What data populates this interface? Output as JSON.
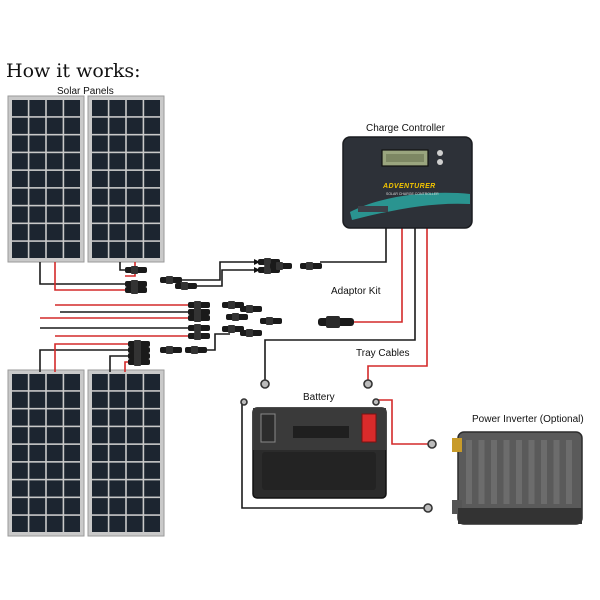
{
  "heading": "How it works:",
  "labels": {
    "solar_panels": "Solar Panels",
    "charge_controller": "Charge Controller",
    "adaptor_kit": "Adaptor Kit",
    "tray_cables": "Tray Cables",
    "battery": "Battery",
    "power_inverter": "Power Inverter (Optional)"
  },
  "controller_brand": "ADVENTURER",
  "controller_subtitle": "SOLAR CHARGE CONTROLLER",
  "colors": {
    "positive_wire": "#d42a2a",
    "negative_wire": "#1a1a1a",
    "panel_frame": "#c9c9c9",
    "panel_cell": "#1c2530",
    "controller_body": "#2d3138",
    "controller_accent": "#2aa6a0",
    "battery_body": "#2b2b2b",
    "battery_positive": "#d92b2b",
    "inverter_body": "#5a5a5a",
    "background": "#ffffff"
  },
  "components": [
    "solar-panel",
    "solar-panel",
    "solar-panel",
    "solar-panel",
    "branch-connectors",
    "inline-fuse",
    "charge-controller",
    "battery",
    "power-inverter"
  ]
}
